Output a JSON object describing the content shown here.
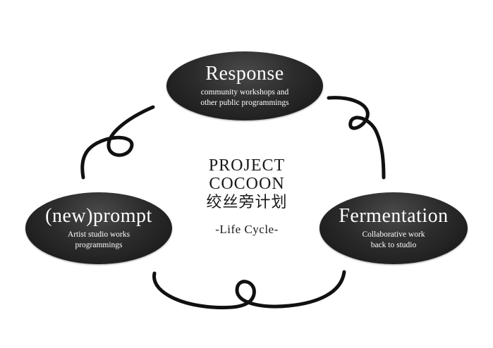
{
  "diagram": {
    "nodes": [
      {
        "id": "response",
        "title": "Response",
        "subtitle_lines": [
          "community workshops and",
          "other public programmings"
        ]
      },
      {
        "id": "prompt",
        "title": "(new)prompt",
        "subtitle_lines": [
          "Artist studio works",
          "programmings"
        ]
      },
      {
        "id": "fermentation",
        "title": "Fermentation",
        "subtitle_lines": [
          "Collaborative work",
          "back to studio"
        ]
      }
    ],
    "center": {
      "line1": "PROJECT",
      "line2": "COCOON",
      "chinese": "绞丝旁计划",
      "subtitle": "-Life Cycle-"
    },
    "colors": {
      "node_fill": "#2c2c2c",
      "connector": "#111111",
      "text_dark": "#1a1a1a",
      "background": "#ffffff"
    }
  }
}
